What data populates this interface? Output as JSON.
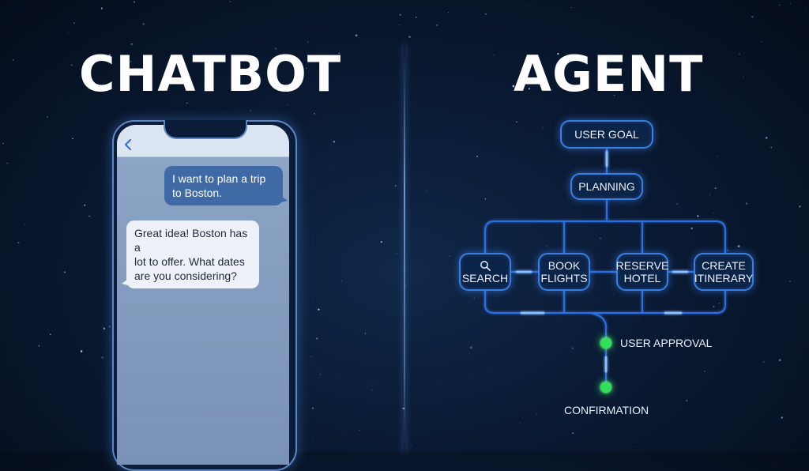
{
  "headings": {
    "left": "CHATBOT",
    "right": "AGENT"
  },
  "chat": {
    "user_message": "I want to plan a trip\nto Boston.",
    "bot_message": "Great idea! Boston has a\nlot to offer. What dates\nare you considering?"
  },
  "flow": {
    "user_goal": "USER GOAL",
    "planning": "PLANNING",
    "tasks": {
      "search": "SEARCH",
      "book_flights": "BOOK\nFLIGHTS",
      "reserve_hotel": "RESERVE\nHOTEL",
      "create_itinerary": "CREATE\nITINERARY"
    },
    "user_approval": "USER APPROVAL",
    "confirmation": "CONFIRMATION"
  },
  "colors": {
    "background": "#0a1a33",
    "node_border": "#3b7de0",
    "connector": "#3f86ff",
    "approval_dot": "#33e05a"
  }
}
